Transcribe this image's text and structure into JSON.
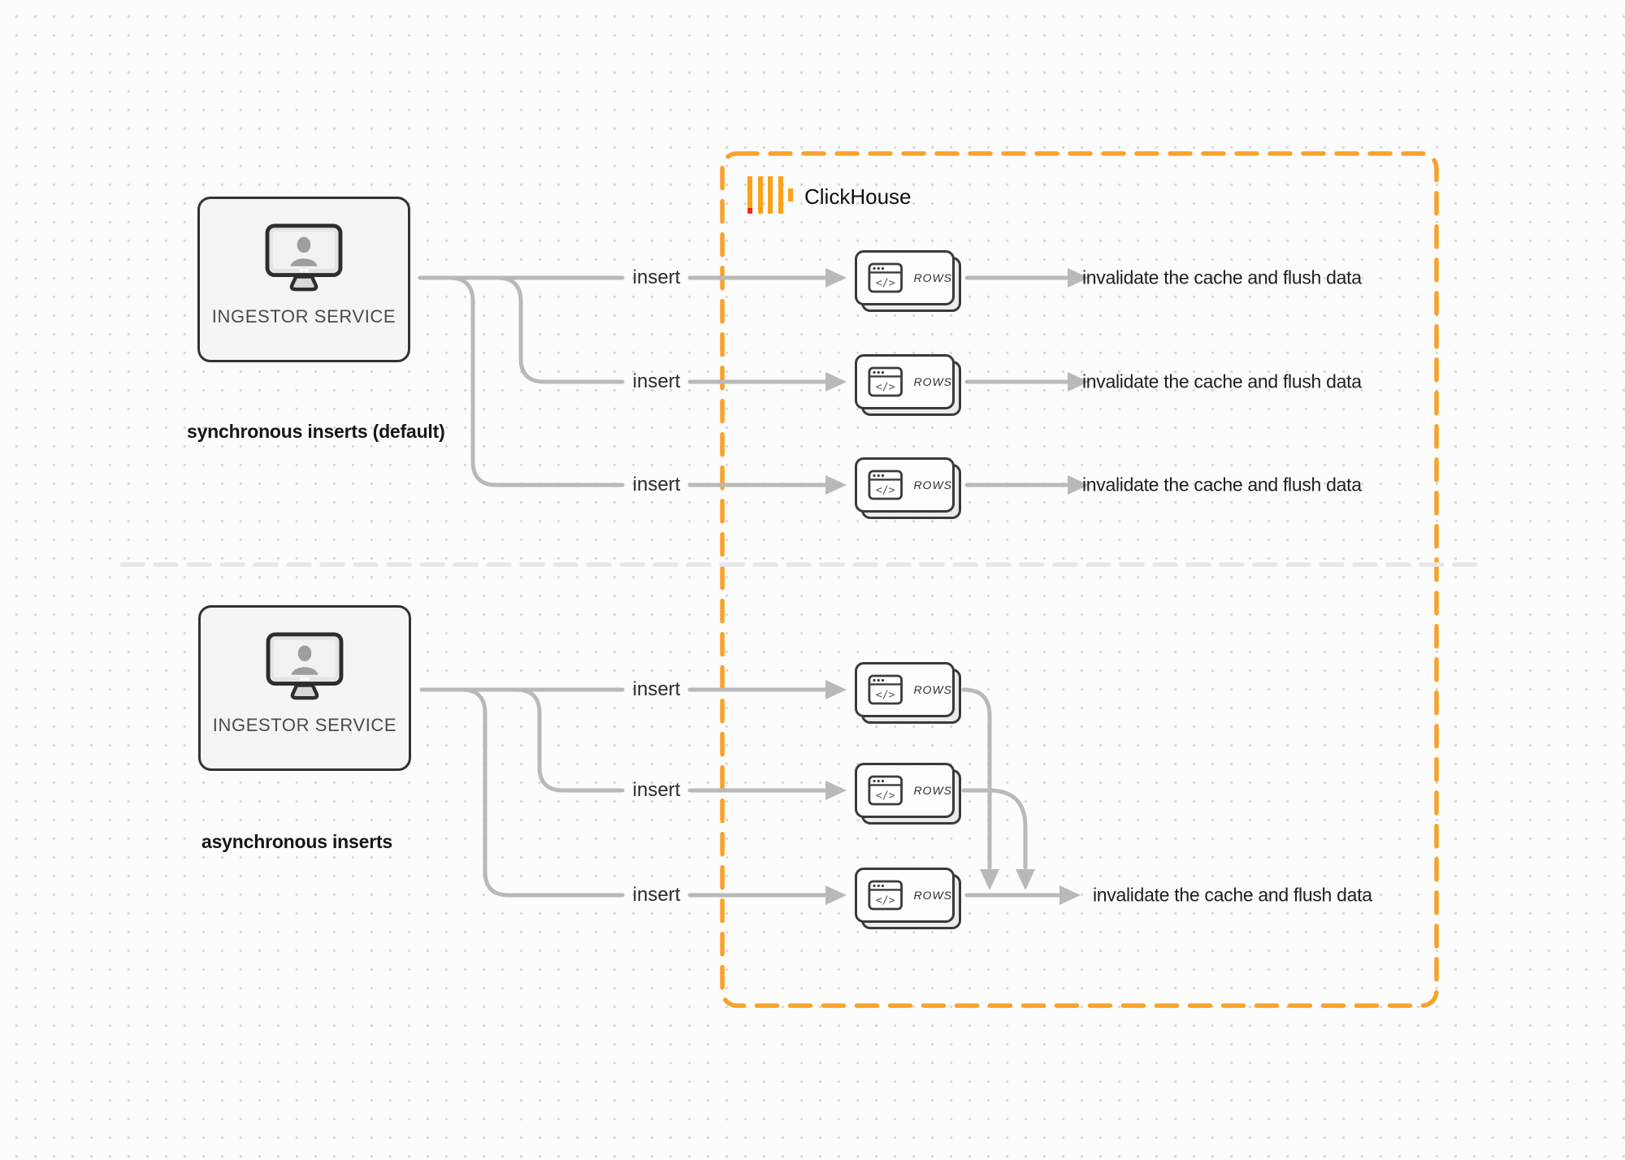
{
  "colors": {
    "background": "#fcfcfc",
    "dot": "#d9d9d9",
    "line": "#b9b9b9",
    "dark_border": "#333333",
    "box_fill": "#f5f5f3",
    "card_fill": "#fdfdfd",
    "card_back_fill": "#ebebe9",
    "accent_orange": "#f9a22b",
    "logo_yellow": "#faa21a",
    "logo_red": "#f5261d",
    "divider": "#e7e7e7",
    "text_dark": "#1f1f1f",
    "text_medium": "#4a4a4a"
  },
  "clickhouse": {
    "brand_label": "ClickHouse",
    "logo_icon": "clickhouse-bars-logo"
  },
  "card_code_glyph": "</>",
  "sections": {
    "sync": {
      "service_label": "INGESTOR SERVICE",
      "service_icon": "monitor-user-icon",
      "caption": "synchronous inserts (default)",
      "rows": [
        {
          "insert_label": "insert",
          "card_label": "ROWS",
          "card_icon": "code-window-icon",
          "result_label": "invalidate the cache and flush data"
        },
        {
          "insert_label": "insert",
          "card_label": "ROWS",
          "card_icon": "code-window-icon",
          "result_label": "invalidate the cache and flush data"
        },
        {
          "insert_label": "insert",
          "card_label": "ROWS",
          "card_icon": "code-window-icon",
          "result_label": "invalidate the cache and flush data"
        }
      ]
    },
    "async": {
      "service_label": "INGESTOR SERVICE",
      "service_icon": "monitor-user-icon",
      "caption": "asynchronous inserts",
      "rows": [
        {
          "insert_label": "insert",
          "card_label": "ROWS",
          "card_icon": "code-window-icon"
        },
        {
          "insert_label": "insert",
          "card_label": "ROWS",
          "card_icon": "code-window-icon"
        },
        {
          "insert_label": "insert",
          "card_label": "ROWS",
          "card_icon": "code-window-icon",
          "result_label": "invalidate the cache and flush data"
        }
      ]
    }
  }
}
